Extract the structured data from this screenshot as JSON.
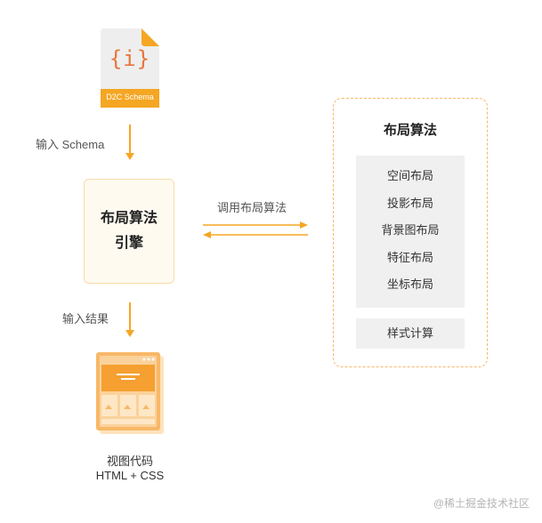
{
  "schema_file": {
    "icon_text": "{i}",
    "tag": "D2C Schema"
  },
  "edge_input_schema": "输入 Schema",
  "engine": {
    "line1": "布局算法",
    "line2": "引擎"
  },
  "edge_call": "调用布局算法",
  "edge_output": "输入结果",
  "output": {
    "line1": "视图代码",
    "line2": "HTML + CSS"
  },
  "algorithms": {
    "title": "布局算法",
    "items": [
      "空间布局",
      "投影布局",
      "背景图布局",
      "特征布局",
      "坐标布局"
    ],
    "extra": "样式计算"
  },
  "watermark": "@稀土掘金技术社区",
  "colors": {
    "accent": "#f5a623",
    "accent_dark": "#e9891f"
  }
}
